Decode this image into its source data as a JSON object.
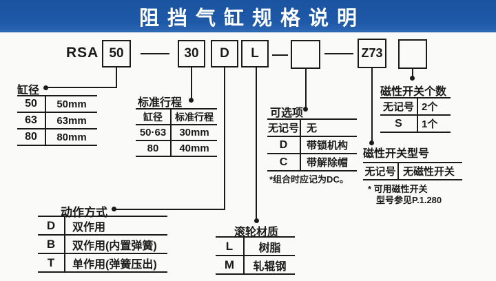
{
  "banner": {
    "title": "阻挡气缸规格说明",
    "bg_color": "#1e59a8",
    "text_color": "#ffffff"
  },
  "model_code": {
    "prefix": "RSA",
    "boxes": [
      {
        "id": "bore",
        "value": "50"
      },
      {
        "id": "stroke",
        "value": "30"
      },
      {
        "id": "action",
        "value": "D"
      },
      {
        "id": "roller",
        "value": "L"
      },
      {
        "id": "options",
        "value": ""
      },
      {
        "id": "switch-model",
        "value": "Z73"
      },
      {
        "id": "switch-count",
        "value": ""
      }
    ]
  },
  "callouts": {
    "bore": {
      "label": "缸径",
      "rows": [
        [
          "50",
          "50mm"
        ],
        [
          "63",
          "63mm"
        ],
        [
          "80",
          "80mm"
        ]
      ]
    },
    "stroke": {
      "label": "标准行程",
      "header": [
        "缸径",
        "标准行程"
      ],
      "rows": [
        [
          "50·63",
          "30mm"
        ],
        [
          "80",
          "40mm"
        ]
      ]
    },
    "options": {
      "label": "可选项",
      "rows": [
        [
          "无记号",
          "无"
        ],
        [
          "D",
          "带锁机构"
        ],
        [
          "C",
          "带解除帽"
        ]
      ],
      "note": "*组合时应记为DC。"
    },
    "switch_count": {
      "label": "磁性开关个数",
      "rows": [
        [
          "无记号",
          "2个"
        ],
        [
          "S",
          "1个"
        ]
      ]
    },
    "switch_model": {
      "label": "磁性开关型号",
      "rows": [
        [
          "无记号",
          "无磁性开关"
        ]
      ],
      "note_line1": "* 可用磁性开关",
      "note_line2": "型号参见P.1.280"
    },
    "action": {
      "label": "动作方式",
      "rows": [
        [
          "D",
          "双作用"
        ],
        [
          "B",
          "双作用(内置弹簧)"
        ],
        [
          "T",
          "单作用(弹簧压出)"
        ]
      ]
    },
    "roller": {
      "label": "滚轮材质",
      "rows": [
        [
          "L",
          "树脂"
        ],
        [
          "M",
          "轧辊钢"
        ]
      ]
    }
  }
}
